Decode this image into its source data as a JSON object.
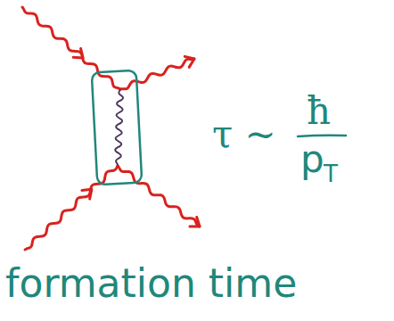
{
  "diagram": {
    "labels": [
      "τ ~",
      "ħ",
      "p",
      "T",
      "formation time"
    ]
  }
}
